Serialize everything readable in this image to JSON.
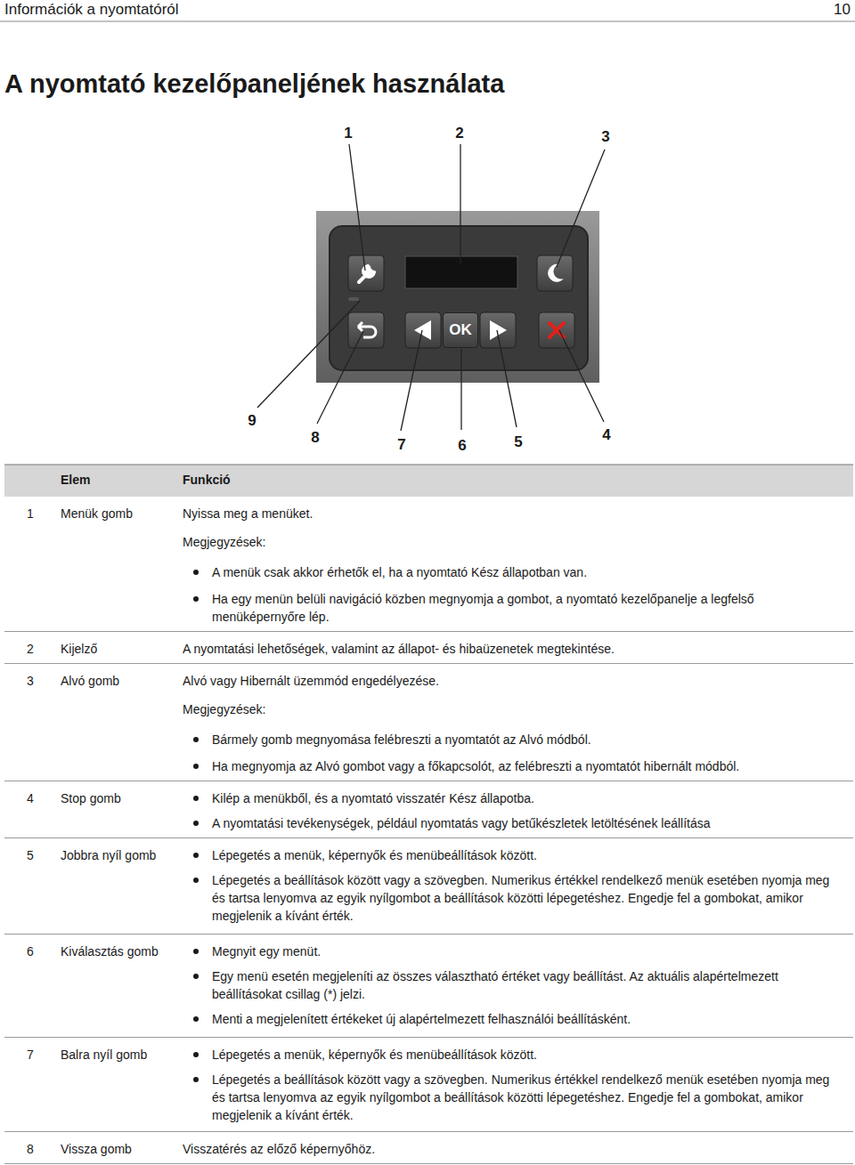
{
  "diagram": {
    "title": "A nyomtató kezelőpaneljének használata",
    "nodes": [
      {
        "text": [
          "OK"
        ]
      }
    ],
    "labels": [
      "Információk a nyomtatóról",
      "10",
      "1",
      "2",
      "3",
      "9",
      "8",
      "7",
      "6",
      "5",
      "4",
      "Elem",
      "Funkció",
      "1",
      "Menük gomb",
      "Nyissa meg a menüket.",
      "Megjegyzések:",
      "A menük csak akkor érhetők el, ha a nyomtató Kész állapotban van.",
      "Ha egy menün belüli navigáció közben megnyomja a gombot, a nyomtató kezelőpanelje a legfelső menüképernyőre lép.",
      "2",
      "Kijelző",
      "A nyomtatási lehetőségek, valamint az állapot- és hibaüzenetek megtekintése.",
      "3",
      "Alvó gomb",
      "Alvó vagy Hibernált üzemmód engedélyezése.",
      "Megjegyzések:",
      "Bármely gomb megnyomása felébreszti a nyomtatót az Alvó módból.",
      "Ha megnyomja az Alvó gombot vagy a főkapcsolót, az felébreszti a nyomtatót hibernált módból.",
      "4",
      "Stop gomb",
      "Kilép a menükből, és a nyomtató visszatér Kész állapotba.",
      "A nyomtatási tevékenységek, például nyomtatás vagy betűkészletek letöltésének leállítása",
      "5",
      "Jobbra nyíl gomb",
      "Lépegetés a menük, képernyők és menübeállítások között.",
      "Lépegetés a beállítások között vagy a szövegben. Numerikus értékkel rendelkező menük esetében nyomja meg és tartsa lenyomva az egyik nyílgombot a beállítások közötti lépegetéshez. Engedje fel a gombokat, amikor megjelenik a kívánt érték.",
      "6",
      "Kiválasztás gomb",
      "Megnyit egy menüt.",
      "Egy menü esetén megjeleníti az összes választható értéket vagy beállítást. Az aktuális alapértelmezett beállításokat csillag (*) jelzi.",
      "Menti a megjelenített értékeket új alapértelmezett felhasználói beállításként.",
      "7",
      "Balra nyíl gomb",
      "Lépegetés a menük, képernyők és menübeállítások között.",
      "Lépegetés a beállítások között vagy a szövegben. Numerikus értékkel rendelkező menük esetében nyomja meg és tartsa lenyomva az egyik nyílgombot a beállítások közötti lépegetéshez. Engedje fel a gombokat, amikor megjelenik a kívánt érték.",
      "8",
      "Vissza gomb",
      "Visszatérés az előző képernyőhöz."
    ]
  }
}
